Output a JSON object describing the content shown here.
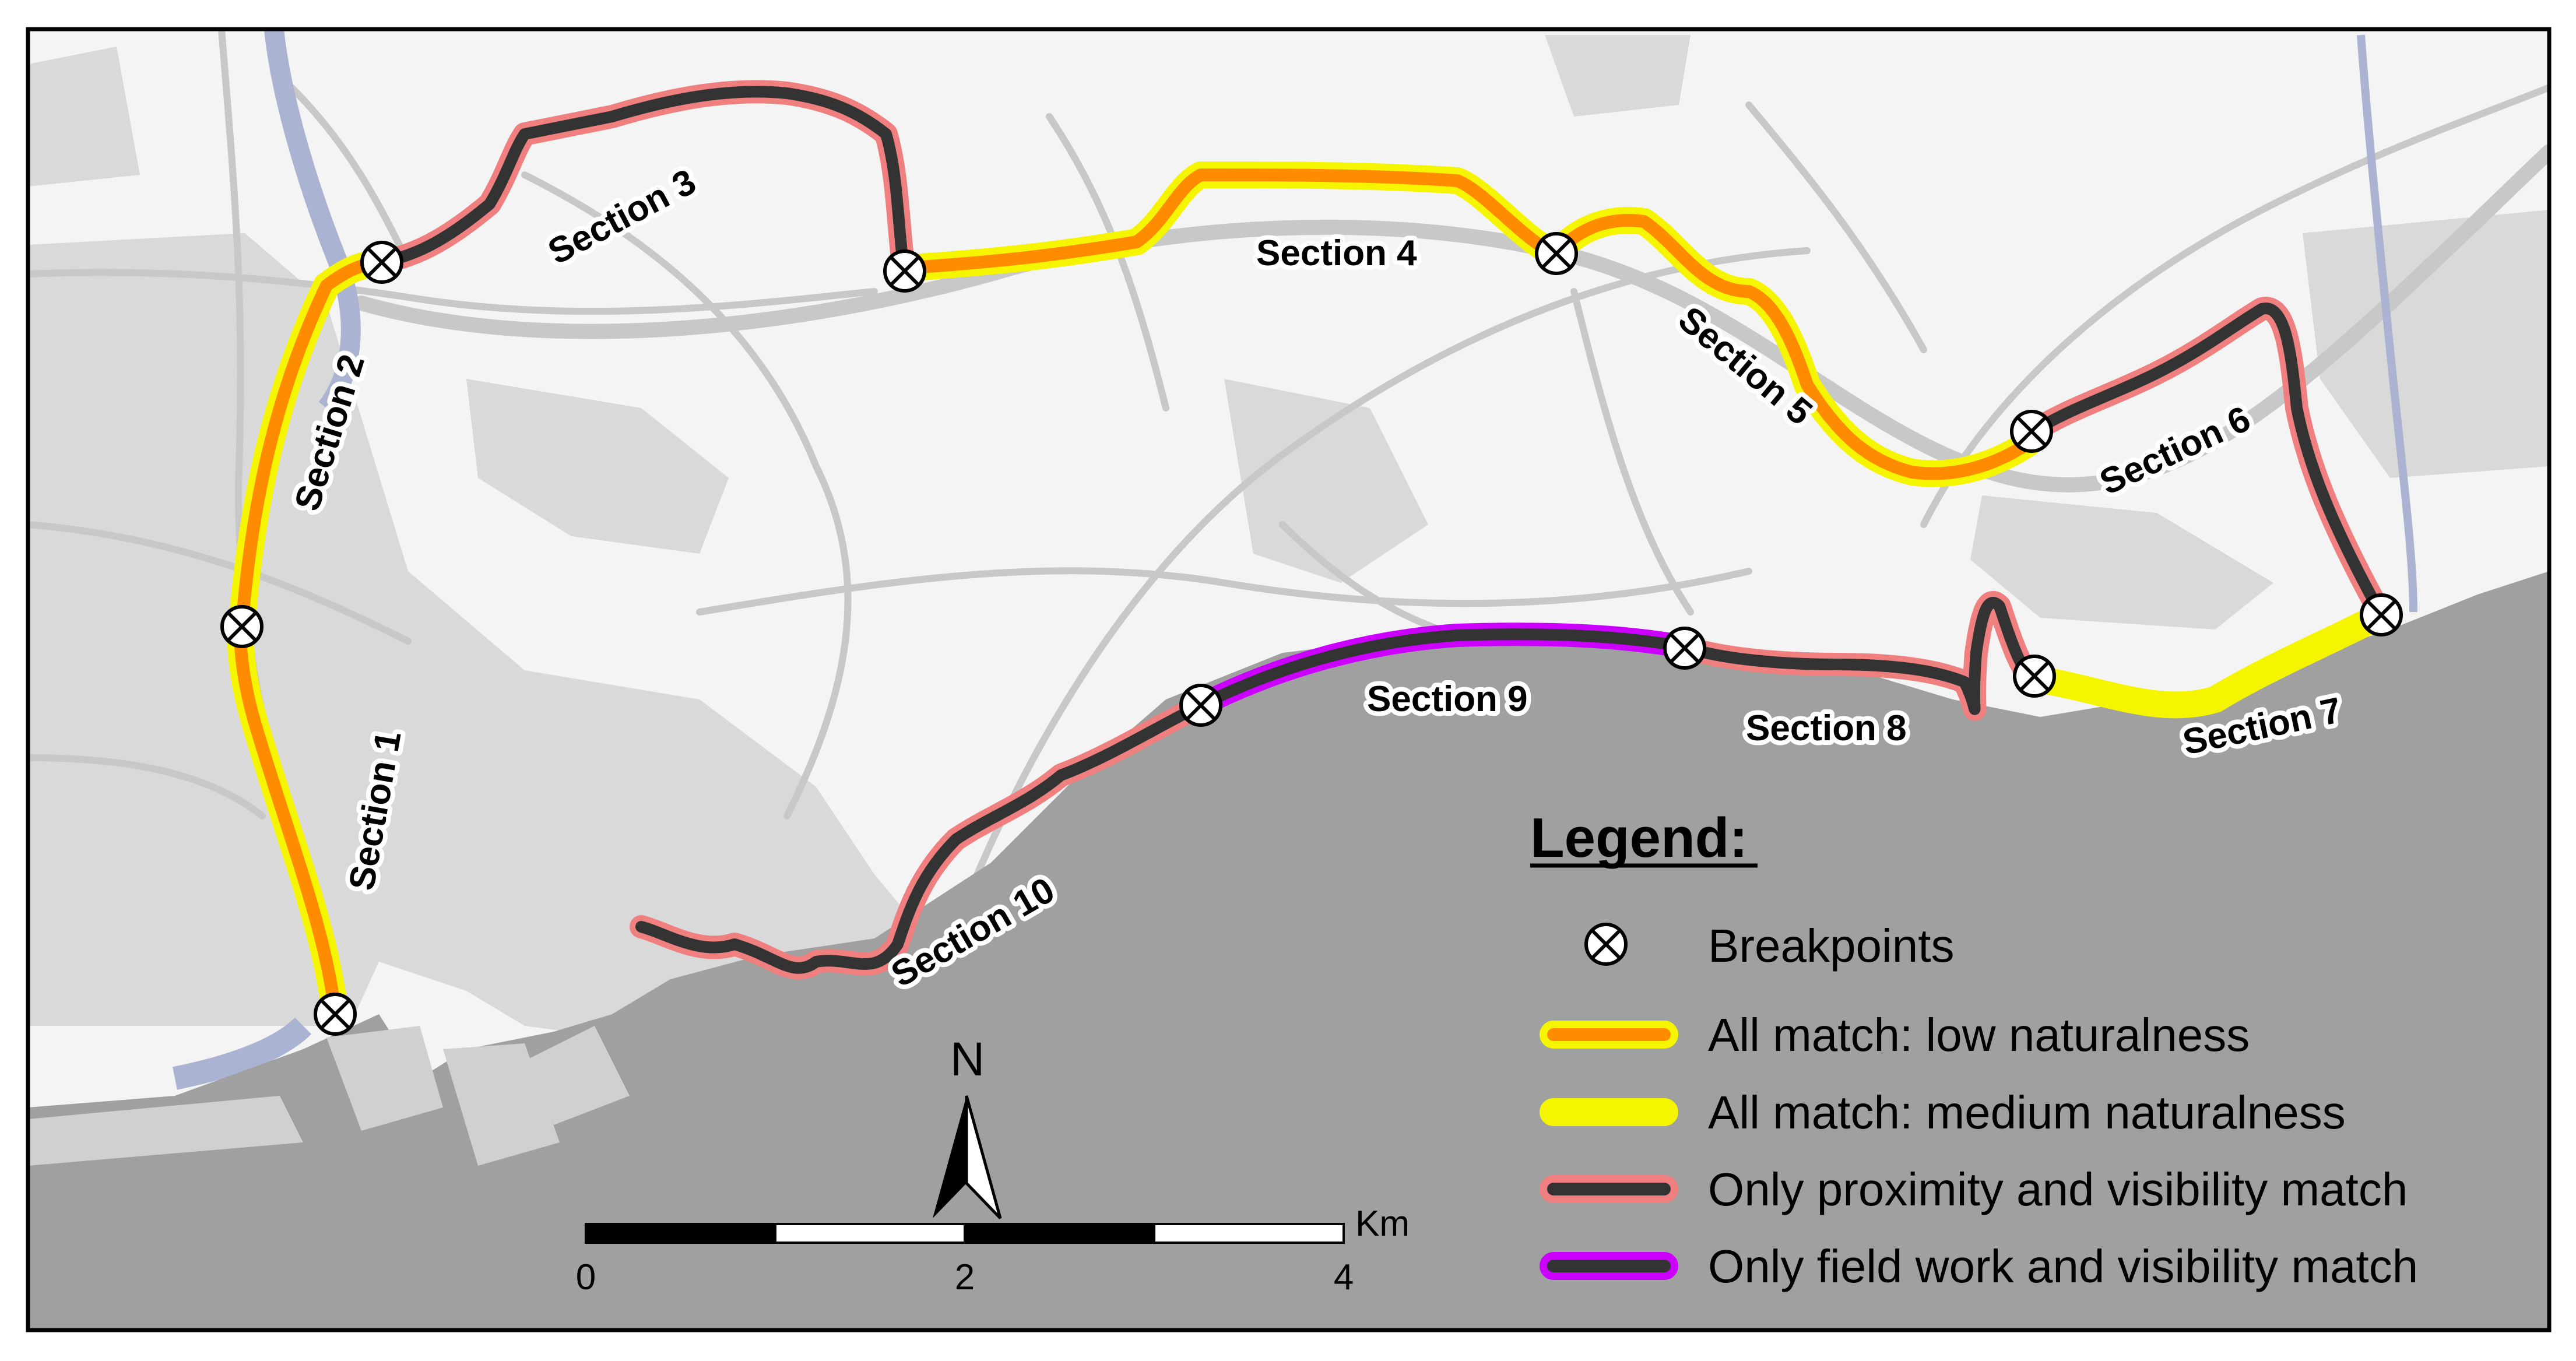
{
  "sections": [
    {
      "id": "section-1",
      "label": "Section 1"
    },
    {
      "id": "section-2",
      "label": "Section 2"
    },
    {
      "id": "section-3",
      "label": "Section 3"
    },
    {
      "id": "section-4",
      "label": "Section 4"
    },
    {
      "id": "section-5",
      "label": "Section 5"
    },
    {
      "id": "section-6",
      "label": "Section 6"
    },
    {
      "id": "section-7",
      "label": "Section 7"
    },
    {
      "id": "section-8",
      "label": "Section 8"
    },
    {
      "id": "section-9",
      "label": "Section 9"
    },
    {
      "id": "section-10",
      "label": "Section 10"
    }
  ],
  "legend": {
    "title": "Legend:",
    "items": [
      {
        "label": "Breakpoints",
        "symbol": "breakpoint"
      },
      {
        "label": "All match: low naturalness",
        "outer": "#f5f500",
        "inner": "#ff8c00"
      },
      {
        "label": "All match: medium naturalness",
        "outer": "#f5f500",
        "inner": "#f5f500"
      },
      {
        "label": "Only proximity and visibility match",
        "outer": "#f07f7f",
        "inner": "#333333"
      },
      {
        "label": "Only field work and visibility match",
        "outer": "#cc00ff",
        "inner": "#333333"
      }
    ]
  },
  "scale_bar": {
    "unit": "Km",
    "ticks": [
      "0",
      "2",
      "4"
    ]
  },
  "north_arrow": {
    "label": "N"
  },
  "colors": {
    "sea": "#a0a0a0",
    "land": "#f4f4f4",
    "roads": "#c8c8c8",
    "river": "#aab4d2",
    "frame": "#000000"
  }
}
